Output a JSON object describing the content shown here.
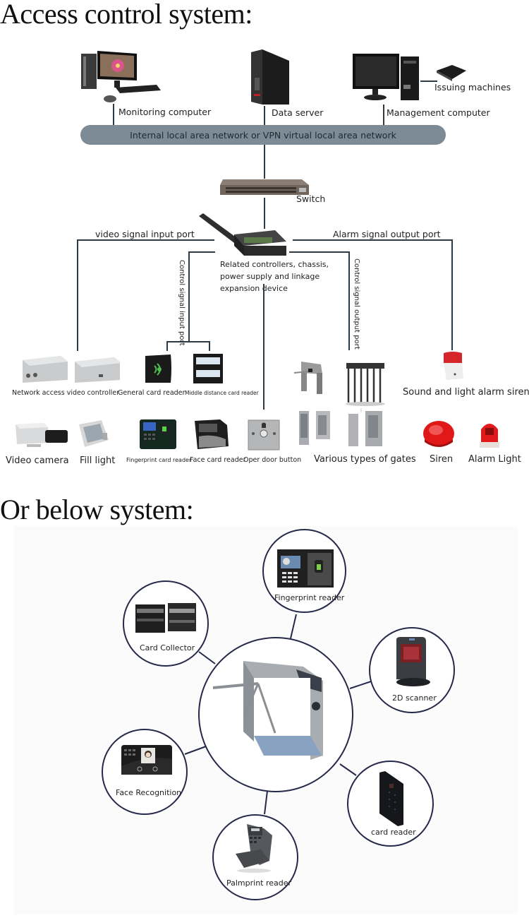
{
  "headings": {
    "top": "Access control system:",
    "bottom": "Or below system:"
  },
  "diagram1": {
    "top_devices": [
      {
        "id": "monitoring",
        "label": "Monitoring computer",
        "icon": "monitoring-computer-icon"
      },
      {
        "id": "data-server",
        "label": "Data server",
        "icon": "server-tower-icon"
      },
      {
        "id": "management",
        "label": "Management computer",
        "icon": "management-computer-icon"
      },
      {
        "id": "issuing",
        "label": "Issuing machines",
        "icon": "card-issuer-icon"
      }
    ],
    "network_bar": "Internal local area network or VPN virtual local area network",
    "switch_label": "Switch",
    "controller_label": [
      "Related controllers, chassis,",
      "power supply and linkage",
      "expansion device"
    ],
    "ports": {
      "video_in": "video signal input port",
      "alarm_out": "Alarm signal output port",
      "control_in": "Control signal input port",
      "control_out": "Control signal output port"
    },
    "row1": [
      {
        "label": "Network access video controller",
        "icon": "video-controller-icon"
      },
      {
        "label": "General card reader",
        "icon": "card-reader-icon"
      },
      {
        "label": "Middle distance card reader",
        "icon": "middle-distance-reader-icon"
      },
      {
        "label": "Sound and light alarm siren",
        "icon": "alarm-siren-icon"
      }
    ],
    "row2": [
      {
        "label": "Video camera",
        "icon": "video-camera-icon"
      },
      {
        "label": "Fill light",
        "icon": "fill-light-icon"
      },
      {
        "label": "Fingerprint card reader",
        "icon": "fingerprint-reader-icon"
      },
      {
        "label": "Face card reader",
        "icon": "face-reader-icon"
      },
      {
        "label": "Oper door button",
        "icon": "door-button-icon"
      },
      {
        "label": "Various types of gates",
        "icon": "gates-icon"
      },
      {
        "label": "Siren",
        "icon": "siren-icon"
      },
      {
        "label": "Alarm Light",
        "icon": "alarm-light-icon"
      }
    ]
  },
  "diagram2": {
    "center": {
      "label": "",
      "icon": "tripod-turnstile-icon"
    },
    "nodes": [
      {
        "label": "Fingerprint reader",
        "icon": "fingerprint-terminal-icon"
      },
      {
        "label": "Card Collector",
        "icon": "card-collector-icon"
      },
      {
        "label": "2D scanner",
        "icon": "qr-scanner-icon"
      },
      {
        "label": "Face Recognition",
        "icon": "face-terminal-icon"
      },
      {
        "label": "card reader",
        "icon": "keypad-card-reader-icon"
      },
      {
        "label": "Palmprint reader",
        "icon": "palm-reader-icon"
      }
    ]
  }
}
